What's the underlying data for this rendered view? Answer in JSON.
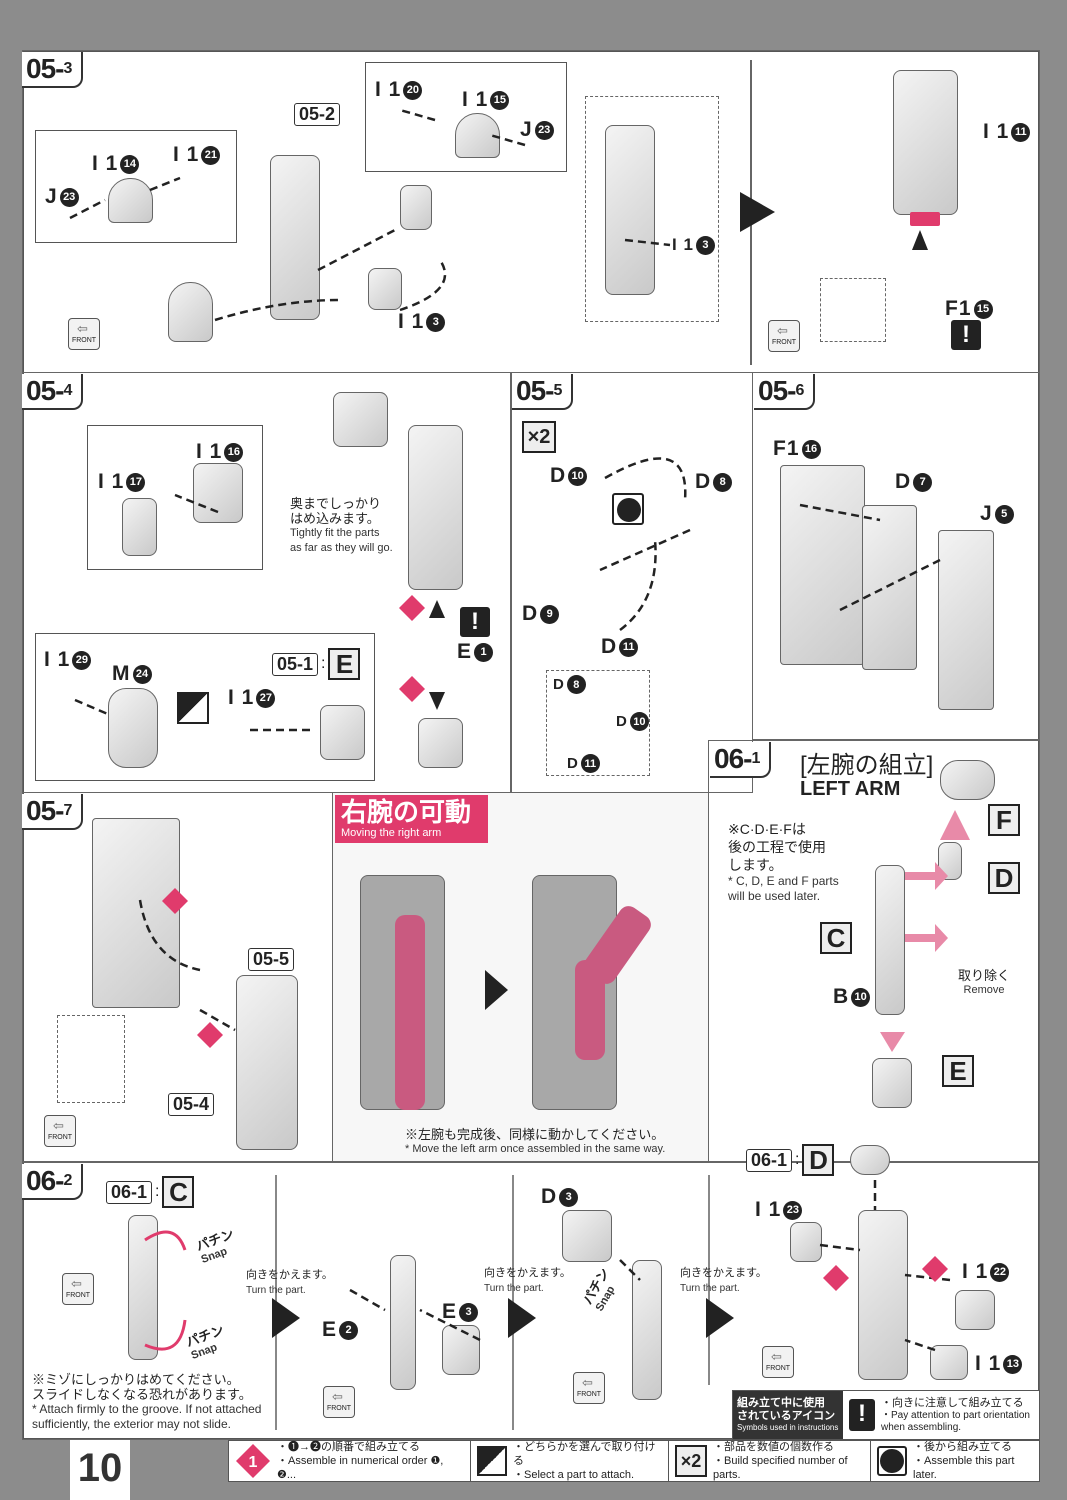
{
  "page_number": "10",
  "colors": {
    "accent": "#e03b6c",
    "frame": "#8c8c8c"
  },
  "steps": {
    "s05_3": {
      "major": "05",
      "minor": "3"
    },
    "s05_4": {
      "major": "05",
      "minor": "4"
    },
    "s05_5": {
      "major": "05",
      "minor": "5"
    },
    "s05_6": {
      "major": "05",
      "minor": "6"
    },
    "s05_7": {
      "major": "05",
      "minor": "7"
    },
    "s06_1": {
      "major": "06",
      "minor": "1",
      "title_jp": "[左腕の組立]",
      "title_en": "LEFT ARM"
    },
    "s06_2": {
      "major": "06",
      "minor": "2"
    }
  },
  "refs": {
    "r05_2": "05-2",
    "r05_1": "05-1",
    "r05_5": "05-5",
    "r05_4": "05-4",
    "r06_1a": "06-1",
    "r06_1b": "06-1"
  },
  "labels": {
    "i1_20": {
      "p": "I 1",
      "n": "20"
    },
    "i1_15": {
      "p": "I 1",
      "n": "15"
    },
    "j23a": {
      "p": "J",
      "n": "23"
    },
    "i1_14": {
      "p": "I 1",
      "n": "14"
    },
    "i1_21": {
      "p": "I 1",
      "n": "21"
    },
    "j23b": {
      "p": "J",
      "n": "23"
    },
    "i1_3a": {
      "p": "I 1",
      "n": "3"
    },
    "i1_3b": {
      "p": "I 1",
      "n": "3"
    },
    "i1_11": {
      "p": "I 1",
      "n": "11"
    },
    "f1_15": {
      "p": "F1",
      "n": "15"
    },
    "i1_16": {
      "p": "I 1",
      "n": "16"
    },
    "i1_17": {
      "p": "I 1",
      "n": "17"
    },
    "e1": {
      "p": "E",
      "n": "1"
    },
    "i1_29": {
      "p": "I 1",
      "n": "29"
    },
    "m24": {
      "p": "M",
      "n": "24"
    },
    "i1_27": {
      "p": "I 1",
      "n": "27"
    },
    "d10": {
      "p": "D",
      "n": "10"
    },
    "d8": {
      "p": "D",
      "n": "8"
    },
    "d9": {
      "p": "D",
      "n": "9"
    },
    "d11": {
      "p": "D",
      "n": "11"
    },
    "d8s": {
      "p": "D",
      "n": "8"
    },
    "d10s": {
      "p": "D",
      "n": "10"
    },
    "d11s": {
      "p": "D",
      "n": "11"
    },
    "f1_16": {
      "p": "F1",
      "n": "16"
    },
    "d7": {
      "p": "D",
      "n": "7"
    },
    "j5": {
      "p": "J",
      "n": "5"
    },
    "b10": {
      "p": "B",
      "n": "10"
    },
    "e2": {
      "p": "E",
      "n": "2"
    },
    "e3": {
      "p": "E",
      "n": "3"
    },
    "d3": {
      "p": "D",
      "n": "3"
    },
    "i1_23": {
      "p": "I 1",
      "n": "23"
    },
    "i1_22": {
      "p": "I 1",
      "n": "22"
    },
    "i1_13": {
      "p": "I 1",
      "n": "13"
    }
  },
  "boxes": {
    "e_05_4": "E",
    "c": "C",
    "d": "D",
    "e": "E",
    "f": "F",
    "c_06_2": "C",
    "d_06_2": "D"
  },
  "multiplier": "×2",
  "front_label": "FRONT",
  "notes": {
    "fit_jp": "奥までしっかり\nはめ込みます。",
    "fit_en": "Tightly fit the parts\nas far as they will go.",
    "later_jp": "※C·D·E·Fは\n後の工程で使用\nします。",
    "later_en": "* C, D, E and F parts\nwill be used later.",
    "remove_jp": "取り除く",
    "remove_en": "Remove",
    "move_title_jp": "右腕の可動",
    "move_title_en": "Moving the right arm",
    "move_jp": "※左腕も完成後、同様に動かしてください。",
    "move_en": "* Move the left arm once assembled in the same way.",
    "snap_jp": "パチン",
    "snap_en": "Snap",
    "turn_jp": "向きをかえます。",
    "turn_en": "Turn the part.",
    "groove_jp": "※ミゾにしっかりはめてください。\nスライドしなくなる恐れがあります。",
    "groove_en": "* Attach firmly to the groove. If not attached\nsufficiently, the exterior may not slide."
  },
  "legend": {
    "title_jp": "組み立て中に使用\nされているアイコン",
    "title_en": "Symbols used in instructions",
    "items": [
      {
        "icon": "numbered-order-diamond",
        "jp": "・❶→❷の順番で組み立てる",
        "en": "・Assemble in numerical order ❶, ❷..."
      },
      {
        "icon": "select-one-icon",
        "jp": "・どちらかを選んで取り付ける",
        "en": "・Select a part to attach."
      },
      {
        "icon": "multiplier-x2",
        "jp": "・部品を数値の個数作る",
        "en": "・Build specified number of parts."
      },
      {
        "icon": "assemble-later-circle",
        "jp": "・後から組み立てる",
        "en": "・Assemble this part later."
      },
      {
        "icon": "warning-exclamation",
        "jp": "・向きに注意して組み立てる",
        "en": "・Pay attention to part orientation\nwhen assembling."
      }
    ]
  }
}
